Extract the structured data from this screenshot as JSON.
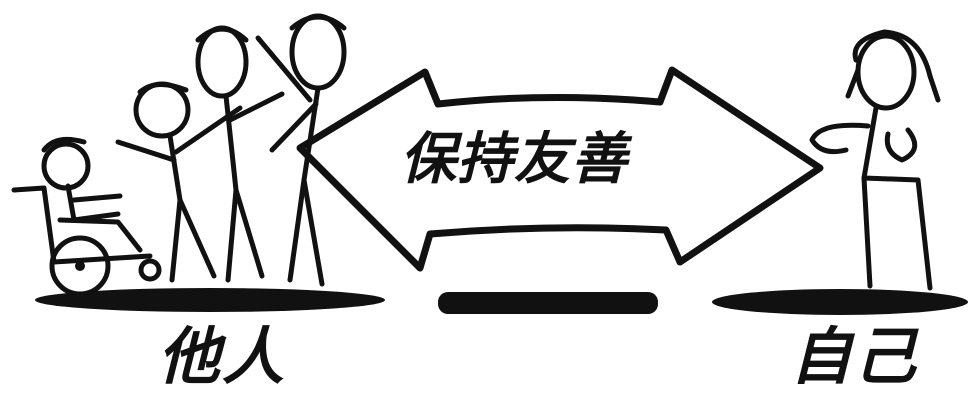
{
  "arrow": {
    "label": "保持友善"
  },
  "others": {
    "label": "他人"
  },
  "self": {
    "label": "自己"
  },
  "colors": {
    "ink": "#111111",
    "paper": "#ffffff"
  }
}
